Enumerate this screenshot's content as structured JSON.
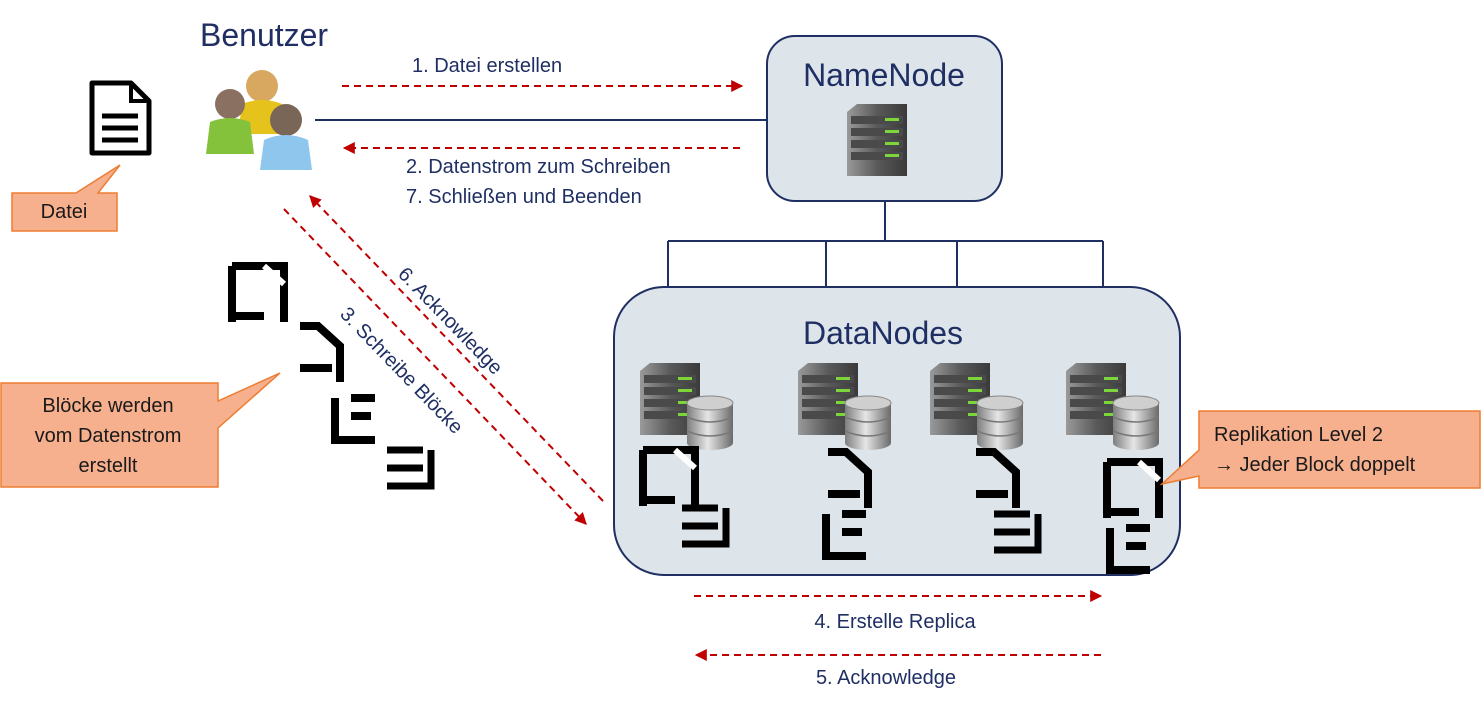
{
  "user": {
    "title": "Benutzer"
  },
  "namenode": {
    "title": "NameNode"
  },
  "datanodes": {
    "title": "DataNodes"
  },
  "arrows": {
    "create_file": "1. Datei erstellen",
    "datastream": "2. Datenstrom zum Schreiben",
    "close_finish": "7. Schließen und Beenden",
    "write_blocks": "3. Schreibe Blöcke",
    "create_replica": "4. Erstelle Replica",
    "ack5": "5. Acknowledge",
    "ack6": "6. Acknowledge"
  },
  "callouts": {
    "file": "Datei",
    "blocks": [
      "Blöcke werden",
      "vom Datenstrom",
      "erstellt"
    ],
    "replication": [
      "Replikation Level 2",
      "→ Jeder Block doppelt"
    ]
  },
  "colors": {
    "arrow_red": "#c00000",
    "box_fill": "#dde4ea",
    "box_stroke": "#1f2f63",
    "callout_fill": "#f7b08e",
    "callout_stroke": "#ed7d31",
    "text_navy": "#1f2f63"
  },
  "icons": [
    "document-icon",
    "users-icon",
    "server-icon",
    "database-icon",
    "file-block-icon"
  ]
}
